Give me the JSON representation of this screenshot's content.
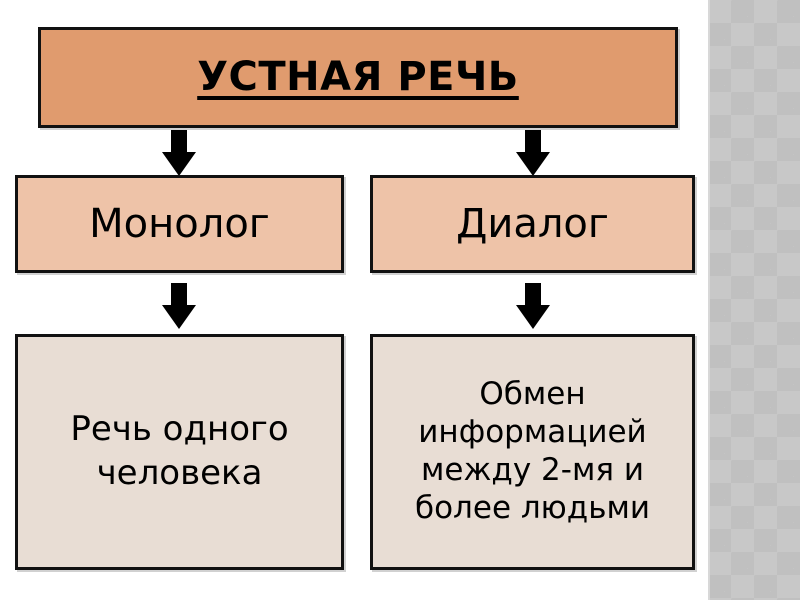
{
  "slide": {
    "background_color": "#ffffff",
    "side_panel": {
      "name": "decorative-checkered-panel",
      "color": "#c8c8c8",
      "accent_color": "#c0c0c0"
    }
  },
  "diagram": {
    "type": "flowchart",
    "title_node": {
      "label": "УСТНАЯ РЕЧЬ",
      "fill": "#e09b6e",
      "border": "#111111",
      "bold": true,
      "underline": true
    },
    "branches": [
      {
        "id": "monolog",
        "label": "Монолог",
        "fill": "#eec3a8",
        "description": "Речь одного человека",
        "description_fill": "#e8ddd4"
      },
      {
        "id": "dialog",
        "label": "Диалог",
        "fill": "#eec3a8",
        "description": "Обмен информацией между 2-мя и более людьми",
        "description_fill": "#e8ddd4"
      }
    ],
    "arrows": [
      {
        "name": "arrow-title-to-monolog",
        "direction": "down"
      },
      {
        "name": "arrow-title-to-dialog",
        "direction": "down"
      },
      {
        "name": "arrow-monolog-to-description",
        "direction": "down"
      },
      {
        "name": "arrow-dialog-to-description",
        "direction": "down"
      }
    ]
  }
}
